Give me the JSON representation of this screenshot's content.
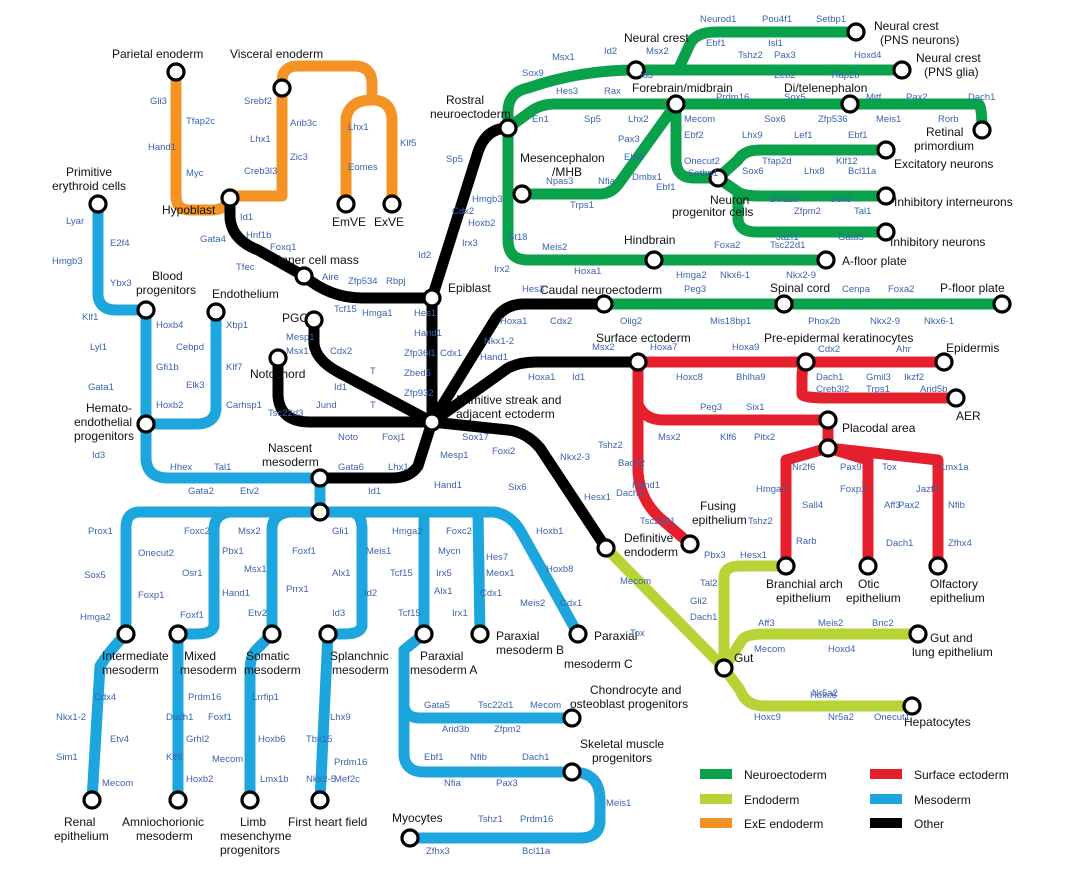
{
  "colors": {
    "neuro": "#0aa14b",
    "endo": "#b7d336",
    "exe": "#f39325",
    "surface": "#e4202d",
    "meso": "#1da5dd",
    "other": "#000000",
    "gene": "#3b64b0"
  },
  "legend": [
    {
      "label": "Neuroectoderm",
      "color": "#0aa14b"
    },
    {
      "label": "Surface ectoderm",
      "color": "#e4202d"
    },
    {
      "label": "Endoderm",
      "color": "#b7d336"
    },
    {
      "label": "Mesoderm",
      "color": "#1da5dd"
    },
    {
      "label": "ExE endoderm",
      "color": "#f39325"
    },
    {
      "label": "Other",
      "color": "#000000"
    }
  ],
  "stations": {
    "parietal_endoderm": "Parietal enoderm",
    "visceral_endoderm": "Visceral enoderm",
    "primitive_erythroid_1": "Primitive",
    "primitive_erythroid_2": "erythroid cells",
    "hypoblast": "Hypoblast",
    "emve": "EmVE",
    "exve": "ExVE",
    "rostral_neuroectoderm_1": "Rostral",
    "rostral_neuroectoderm_2": "neuroectoderm",
    "neural_crest": "Neural crest",
    "neural_crest_pns_neurons_1": "Neural crest",
    "neural_crest_pns_neurons_2": "(PNS neurons)",
    "neural_crest_pns_glia_1": "Neural crest",
    "neural_crest_pns_glia_2": "(PNS glia)",
    "forebrain_midbrain": "Forebrain/midbrain",
    "di_telencephalon": "Di/telenephalon",
    "retinal_primordium_1": "Retinal",
    "retinal_primordium_2": "primordium",
    "mesencephalon_1": "Mesencephalon",
    "mesencephalon_2": "/MHB",
    "excitatory_neurons": "Excitatory neurons",
    "inhibitory_interneurons": "Inhibitory interneurons",
    "inhibitory_neurons": "Inhibitory neurons",
    "neuron_progenitor_1": "Neuron",
    "neuron_progenitor_2": "progenitor cells",
    "hindbrain": "Hindbrain",
    "a_floor_plate": "A-floor plate",
    "inner_cell_mass": "Inner cell mass",
    "blood_progenitors_1": "Blood",
    "blood_progenitors_2": "progenitors",
    "endothelium": "Endothelium",
    "epiblast": "Epiblast",
    "caudal_neuroectoderm": "Caudal neuroectoderm",
    "spinal_cord": "Spinal cord",
    "p_floor_plate": "P-floor plate",
    "pgc": "PGC",
    "surface_ectoderm": "Surface ectoderm",
    "pre_epidermal": "Pre-epidermal keratinocytes",
    "epidermis": "Epidermis",
    "aer": "AER",
    "notochord": "Notochord",
    "hemato_1": "Hemato-",
    "hemato_2": "endothelial",
    "hemato_3": "progenitors",
    "primitive_streak_1": "Primitive streak and",
    "primitive_streak_2": "adjacent ectoderm",
    "placodal_area": "Placodal area",
    "nascent_mesoderm_1": "Nascent",
    "nascent_mesoderm_2": "mesoderm",
    "fusing_epithelium_1": "Fusing",
    "fusing_epithelium_2": "epithelium",
    "definitive_endoderm_1": "Definitive",
    "definitive_endoderm_2": "endoderm",
    "branchial_arch_1": "Branchial arch",
    "branchial_arch_2": "epithelium",
    "otic_1": "Otic",
    "otic_2": "epithelium",
    "olfactory_1": "Olfactory",
    "olfactory_2": "epithelium",
    "intermediate_mesoderm_1": "Intermediate",
    "intermediate_mesoderm_2": "mesoderm",
    "mixed_mesoderm_1": "Mixed",
    "mixed_mesoderm_2": "mesoderm",
    "somatic_mesoderm_1": "Somatic",
    "somatic_mesoderm_2": "mesoderm",
    "splanchnic_mesoderm_1": "Splanchnic",
    "splanchnic_mesoderm_2": "mesoderm",
    "paraxial_a_1": "Paraxial",
    "paraxial_a_2": "mesoderm A",
    "paraxial_b_1": "Paraxial",
    "paraxial_b_2": "mesoderm B",
    "paraxial_c_1": "Paraxial",
    "paraxial_c_2": "mesoderm C",
    "gut": "Gut",
    "gut_lung_1": "Gut and",
    "gut_lung_2": "lung epithelium",
    "chondrocyte_1": "Chondrocyte and",
    "chondrocyte_2": "osteoblast progenitors",
    "skeletal_muscle_1": "Skeletal muscle",
    "skeletal_muscle_2": "progenitors",
    "hepatocytes": "Hepatocytes",
    "renal_1": "Renal",
    "renal_2": "epithelium",
    "amniochorionic_1": "Amniochorionic",
    "amniochorionic_2": "mesoderm",
    "limb_1": "Limb",
    "limb_2": "mesenchyme",
    "limb_3": "progenitors",
    "first_heart_field": "First heart field",
    "myocytes": "Myocytes"
  },
  "genes": [
    "Gli3",
    "Tfap2c",
    "Hand1",
    "Myc",
    "Srebf2",
    "Lhx1",
    "Creb3l3",
    "Arib3c",
    "Zic3",
    "Lhx1",
    "Eomes",
    "Klf5",
    "Gata4",
    "Hnf1b",
    "Foxq1",
    "Tfec",
    "Id1",
    "Aire",
    "Zfp534",
    "Rbpj",
    "Hmga1",
    "Hes1",
    "Hand1",
    "Zfp36l1",
    "Zbed6",
    "Zfp932",
    "Lyar",
    "E2f4",
    "Hmgb3",
    "Ybx3",
    "Klf1",
    "Hoxb4",
    "Gfi1b",
    "Lyl1",
    "Cebpd",
    "Klf7",
    "Elk3",
    "Gata1",
    "Carhsp1",
    "Hoxb2",
    "Xbp1",
    "Id3",
    "Hhex",
    "Tal1",
    "Gata2",
    "Etv2",
    "Gata6",
    "Lhx1",
    "Id1",
    "Hand1",
    "Mesp1",
    "Sox17",
    "Tcf15",
    "Mesp1",
    "Msx1",
    "Cdx2",
    "Id1",
    "T",
    "Tsc22d3",
    "Jund",
    "T",
    "Noto",
    "Foxj1",
    "Sp5",
    "Cdx2",
    "Hmgb3",
    "Hoxb2",
    "Irx3",
    "Id2",
    "Cdx1",
    "Nkx1-2",
    "Hand1",
    "Hes3",
    "Hoxa1",
    "Cdx2",
    "Msx1",
    "Id2",
    "Msx2",
    "Id3",
    "Sox9",
    "Neurod1",
    "Pou4f1",
    "Setbp1",
    "Ebf1",
    "Tshz2",
    "Isl1",
    "Pax3",
    "Hoxd4",
    "Zeb2",
    "Tfap2b",
    "En1",
    "Hes3",
    "Sp5",
    "Rax",
    "Lhx2",
    "Prdm16",
    "Sox5",
    "Mitf",
    "Pax2",
    "Dach1",
    "Mecom",
    "Sox6",
    "Zfp536",
    "Meis1",
    "Rorb",
    "Npas3",
    "Nfia",
    "Trps1",
    "Pax3",
    "Ebf3",
    "Dmbx1",
    "Ebf1",
    "Ebf2",
    "Onecut2",
    "Setbp1",
    "Lhx9",
    "Lef1",
    "Ebf1",
    "Tfap2d",
    "Lhx8",
    "Klf12",
    "Sox6",
    "Bcl11a",
    "Bcl11b",
    "Sox5",
    "Zfpm2",
    "Tal1",
    "Jazf1",
    "Gata3",
    "St18",
    "Meis2",
    "Irx2",
    "Hoxa1",
    "Hmga2",
    "Foxa2",
    "Nkx6-1",
    "Tsc22d1",
    "Nkx2-9",
    "Peg3",
    "Mis18bp1",
    "Cenpa",
    "Foxa2",
    "Phox2b",
    "Nkx2-9",
    "Nkx6-1",
    "Olig2",
    "Hoxa1",
    "Id1",
    "Msx2",
    "Hoxa7",
    "Hoxa9",
    "Hoxc8",
    "Bhlha9",
    "Cdx2",
    "Ahr",
    "Dach1",
    "Gmil3",
    "Ikzf2",
    "Creb3l2",
    "Trps1",
    "Arid5b",
    "Tshz2",
    "Bach2",
    "Dach1",
    "Hand1",
    "Tsc22d1",
    "Msx2",
    "Peg3",
    "Klf6",
    "Six1",
    "Pitx2",
    "Foxi2",
    "Nkx2-3",
    "Six6",
    "Hesx1",
    "Nr2f6",
    "Hmga1",
    "Sall4",
    "Tshz2",
    "Rarb",
    "Pax9",
    "Foxp2",
    "Aff3",
    "Dach1",
    "Tox",
    "Jazf1",
    "Pax2",
    "Lmx1a",
    "Nfib",
    "Zfhx4",
    "Mecom",
    "Tox",
    "Pbx3",
    "Hesx1",
    "Tal2",
    "Gli2",
    "Dach1",
    "Aff3",
    "Meis2",
    "Bnc2",
    "Mecom",
    "Hoxd4",
    "Nr5a2",
    "Hoxc6",
    "Hoxc9",
    "Nr5a2",
    "Onecut1",
    "Prox1",
    "Onecut2",
    "Sox5",
    "Foxp1",
    "Hmga2",
    "Foxc2",
    "Pbx1",
    "Osr1",
    "Hand1",
    "Foxf1",
    "Msx2",
    "Msx1",
    "Etv2",
    "Foxf1",
    "Prrx1",
    "Gli1",
    "Meis1",
    "Alx1",
    "Id2",
    "Id3",
    "Hmga2",
    "Mycn",
    "Tcf15",
    "Alx1",
    "Tcf15",
    "Foxc2",
    "Irx5",
    "Irx1",
    "Hes7",
    "Meox1",
    "Cdx1",
    "Hoxb1",
    "Hoxb8",
    "Meis2",
    "Cdx1",
    "Nkx1-2",
    "Cdx4",
    "Etv4",
    "Sim1",
    "Mecom",
    "Prdm16",
    "Dach1",
    "Grhl2",
    "Klf6",
    "Hoxb2",
    "Lrrfip1",
    "Foxf1",
    "Hoxb6",
    "Mecom",
    "Lmx1b",
    "Lhx9",
    "Tbx15",
    "Prdm16",
    "Nkx2-5",
    "Mef2c",
    "Gata5",
    "Arid3b",
    "Tsc22d1",
    "Zfpm2",
    "Mecom",
    "Ebf1",
    "Nfib",
    "Nfia",
    "Pax3",
    "Dach1",
    "Meis1",
    "Tshz1",
    "Zfhx3",
    "Prdm16",
    "Bcl11a",
    "Arid5b",
    "Mef2c",
    "Zfp536"
  ]
}
